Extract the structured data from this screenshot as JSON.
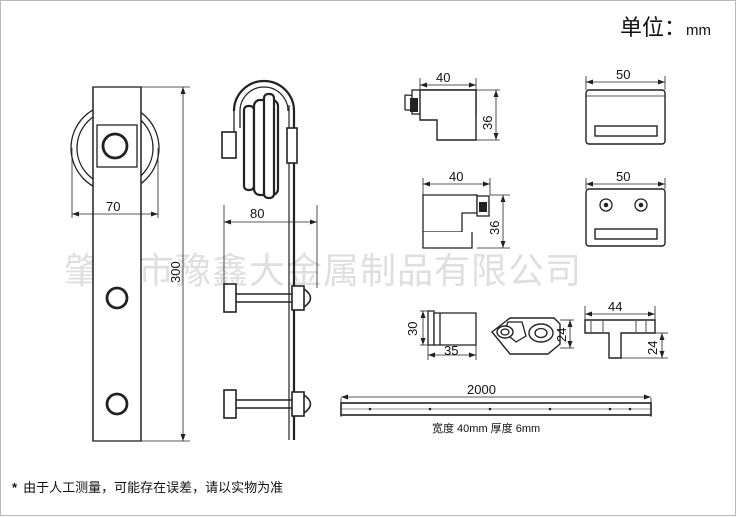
{
  "unit_label": {
    "prefix": "单位",
    "sep": "：",
    "unit": "mm"
  },
  "watermark": "肇庆市豫鑫大金属制品有限公司",
  "footnote": {
    "star": "*",
    "text": "由于人工测量，可能存在误差，请以实物为准"
  },
  "dimensions": {
    "wheel_width": "70",
    "strap_height": "300",
    "hanger_depth": "80",
    "stop_top_width": "40",
    "stop_top_height": "36",
    "stop_bottom_width": "40",
    "stop_bottom_height": "36",
    "guide_top_width": "50",
    "guide_bottom_width": "50",
    "floor_guide_height": "30",
    "floor_guide_width": "35",
    "spacer_height": "24",
    "bracket_width": "44",
    "bracket_height": "24",
    "rail_length": "2000"
  },
  "rail_spec": "宽度 40mm   厚度 6mm"
}
